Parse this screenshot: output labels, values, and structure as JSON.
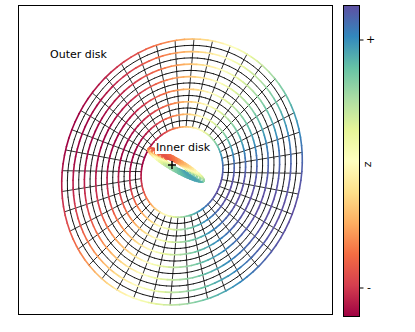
{
  "diagram": {
    "labels": [
      "Outer disk",
      "Inner disk",
      "+",
      "-",
      "z"
    ]
  }
}
